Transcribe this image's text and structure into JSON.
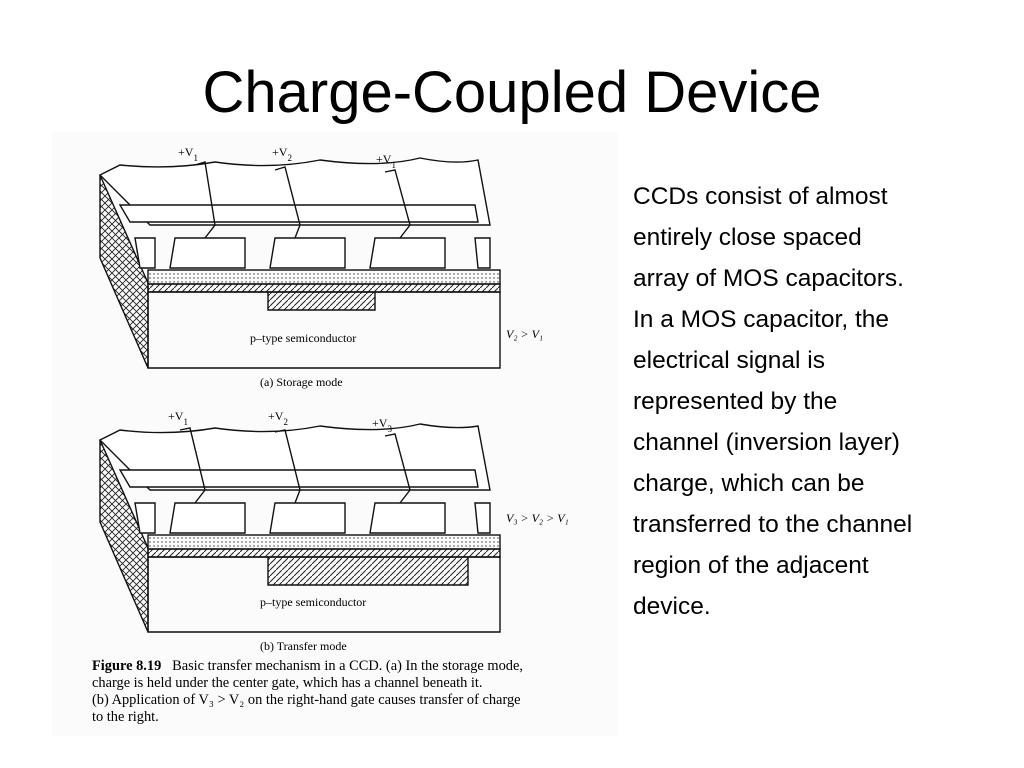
{
  "slide": {
    "title": "Charge-Coupled Device"
  },
  "body": {
    "lines": [
      "CCDs consist of almost",
      "entirely close spaced",
      "array of MOS capacitors.",
      "In a MOS capacitor, the",
      "electrical signal is",
      "represented by the",
      "channel (inversion layer)",
      "charge, which can be",
      "transferred to the channel",
      "region of the adjacent",
      "device."
    ]
  },
  "figure": {
    "panel_a": {
      "gate_labels": [
        "+V",
        "+V",
        "+V"
      ],
      "gate_subscripts": [
        "1",
        "2",
        "1"
      ],
      "semiconductor_label": "p–type semiconductor",
      "relation": "V₂ > V₁",
      "caption": "(a) Storage mode"
    },
    "panel_b": {
      "gate_labels": [
        "+V",
        "+V",
        "+V"
      ],
      "gate_subscripts": [
        "1",
        "2",
        "3"
      ],
      "semiconductor_label": "p–type semiconductor",
      "relation": "V₃ > V₂ > V₁",
      "caption": "(b) Transfer mode"
    },
    "caption": {
      "number": "Figure 8.19",
      "line1": "Basic transfer mechanism in a CCD. (a) In the storage mode,",
      "line2": "charge is held under the center gate, which has a channel beneath it.",
      "line3": "(b) Application of V₃ > V₂ on the right-hand gate causes transfer of charge",
      "line4": "to the right."
    }
  }
}
